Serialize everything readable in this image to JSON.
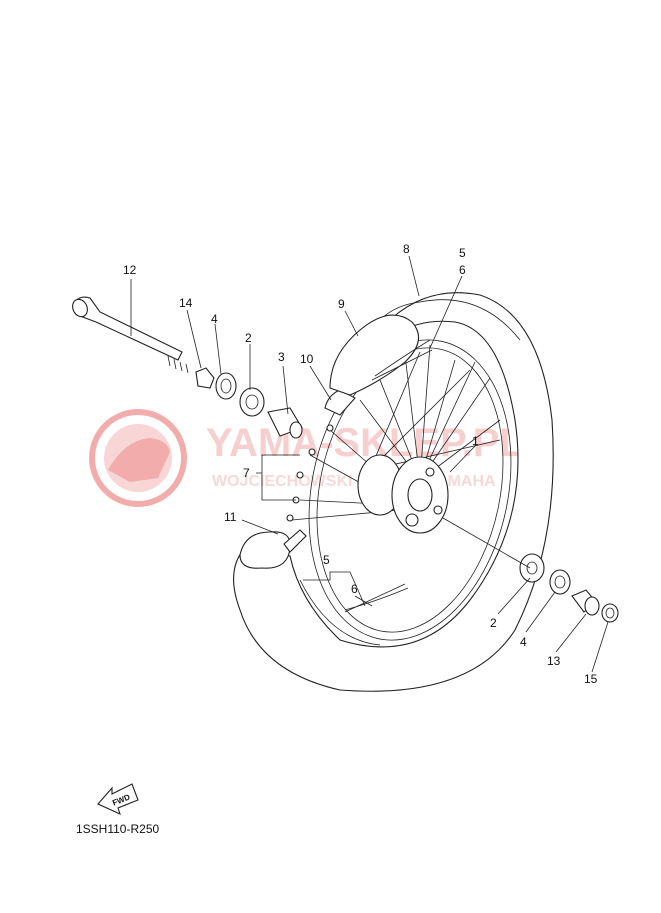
{
  "diagram": {
    "code": "1SSH110-R250",
    "fwd_label": "FWD",
    "watermark": {
      "brand": "YAMA-SKLEP.PL",
      "subtitle": "WOJCIECHOWSKI DEALER YAMAHA",
      "color": "#e86a6a"
    },
    "callouts": {
      "axle": "12",
      "collar_14": "14",
      "oil_seal_left": "4",
      "bearing_left": "2",
      "spacer": "3",
      "rim_band": "10",
      "tube": "9",
      "tire": "8",
      "spoke_set_top_5": "5",
      "spoke_set_top_6": "6",
      "hub": "1",
      "spokes_group": "7",
      "valve": "11",
      "spoke_set_bottom_5": "5",
      "spoke_set_bottom_6": "6",
      "bearing_right": "2",
      "oil_seal_right": "4",
      "collar_13": "13",
      "nut": "15"
    }
  }
}
